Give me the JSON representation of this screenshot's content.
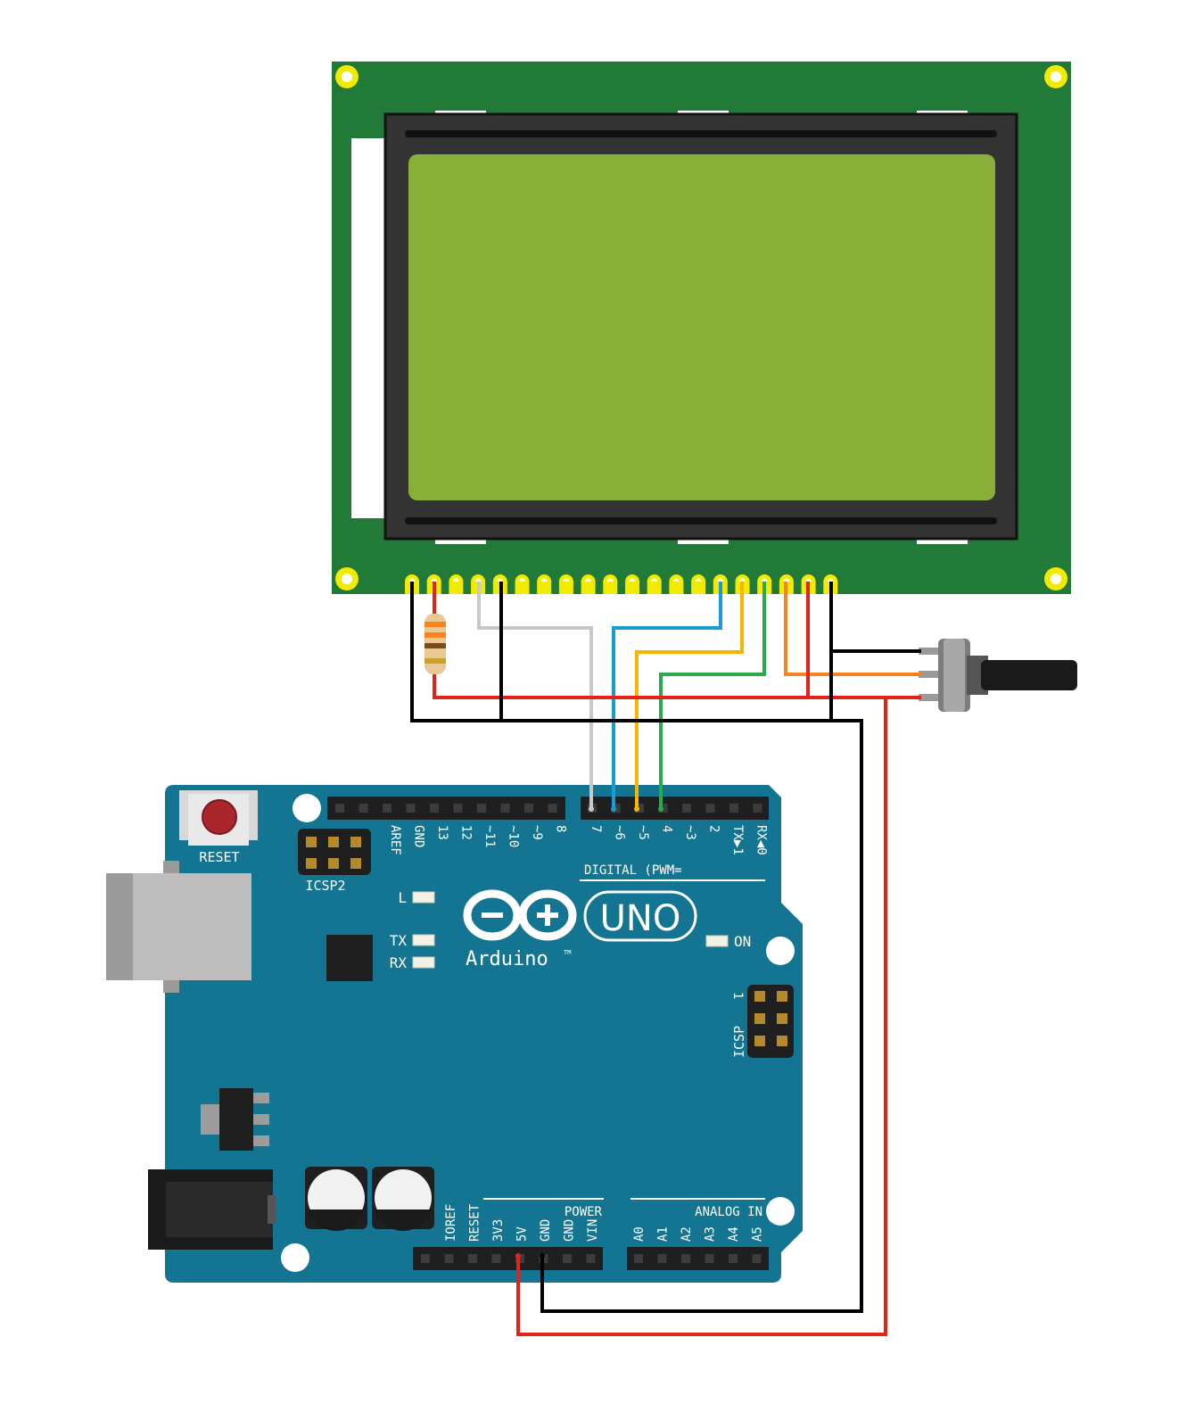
{
  "board": {
    "reset_label": "RESET",
    "icsp2_label": "ICSP2",
    "icsp_label": "ICSP",
    "icsp_pin1_label": "1",
    "led_l_label": "L",
    "led_tx_label": "TX",
    "led_rx_label": "RX",
    "led_on_label": "ON",
    "uno_label": "UNO",
    "brand_label": "Arduino",
    "tm_label": "TM",
    "digital_label": "DIGITAL (PWM=",
    "power_label": "POWER",
    "analog_label": "ANALOG IN",
    "digital_pins_left": [
      "AREF",
      "GND",
      "13",
      "12",
      "~11",
      "~10",
      "~9",
      "8"
    ],
    "digital_pins_right": [
      "7",
      "~6",
      "~5",
      "4",
      "~3",
      "2",
      "TX▶1",
      "RX◀0"
    ],
    "power_pins": [
      "IOREF",
      "RESET",
      "3V3",
      "5V",
      "GND",
      "GND",
      "VIN"
    ],
    "analog_pins": [
      "A0",
      "A1",
      "A2",
      "A3",
      "A4",
      "A5"
    ]
  },
  "lcd": {
    "pin_count": 20
  },
  "colors": {
    "board_teal": "#147592",
    "lcd_pcb": "#217a37",
    "lcd_screen": "#8aaf38",
    "wire_black": "#000000",
    "wire_red": "#e2231a",
    "wire_gray": "#c8c8c8",
    "wire_blue": "#1a9ad9",
    "wire_yellow": "#f7b500",
    "wire_green": "#2aaa4a",
    "wire_orange": "#f7821f",
    "pad_yellow": "#f2ea00"
  }
}
